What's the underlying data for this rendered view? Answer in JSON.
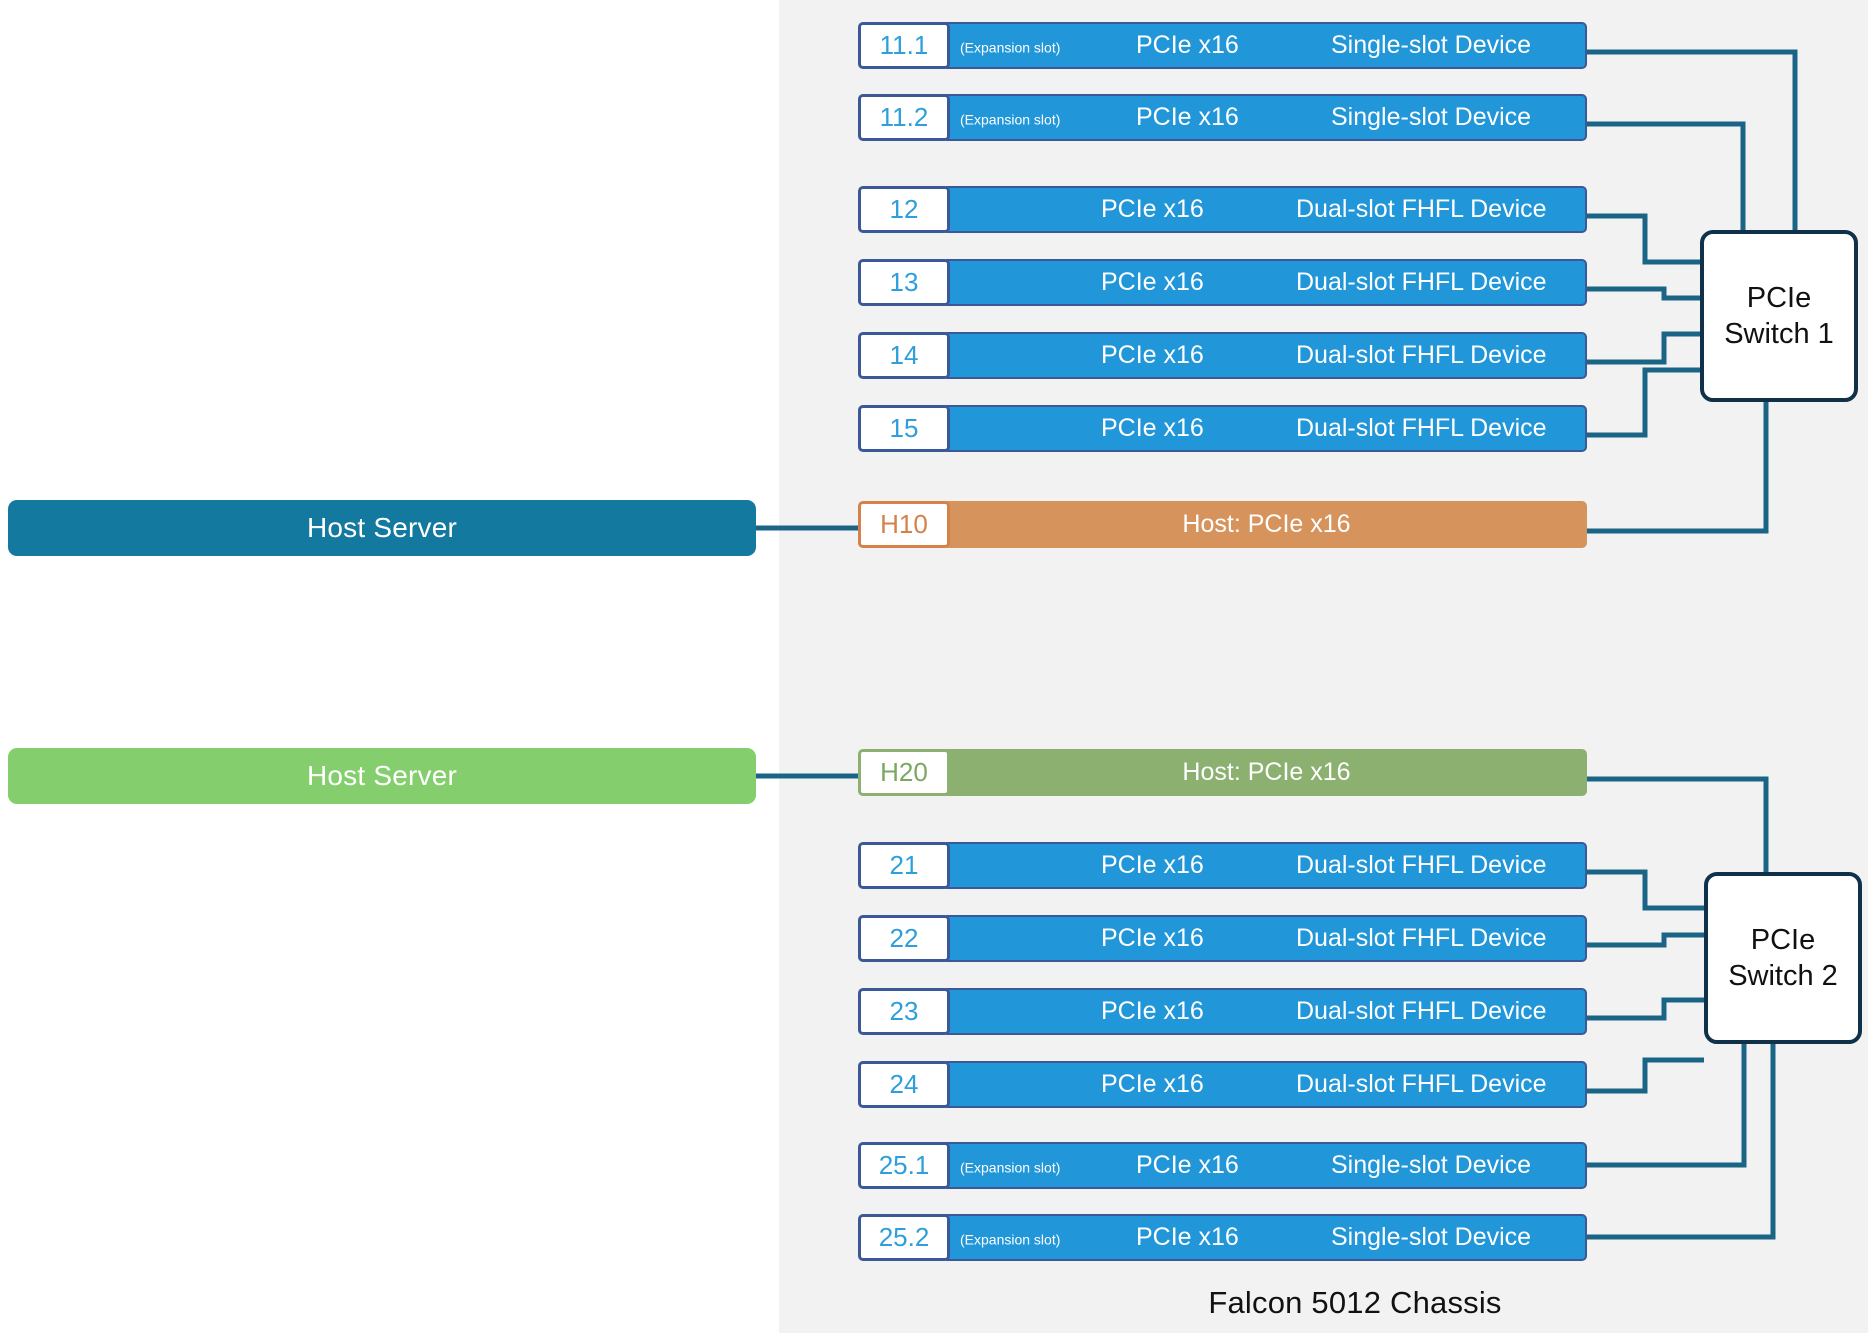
{
  "chassis": {
    "label": "Falcon 5012 Chassis",
    "background_color": "#F2F2F2"
  },
  "colors": {
    "slot_blue": "#2196D8",
    "slot_border": "#3B5998",
    "tag_text_blue": "#2C9FDC",
    "host_teal": "#13799F",
    "host_green": "#84CE6E",
    "host_row_orange": "#D7935C",
    "host_row_orange_border": "#D4814A",
    "host_row_green": "#8BB06F",
    "switch_border": "#10314A",
    "wire": "#1A6486"
  },
  "hosts": [
    {
      "name": "host-server-top",
      "label": "Host Server",
      "color": "#13799F"
    },
    {
      "name": "host-server-bottom",
      "label": "Host Server",
      "color": "#84CE6E"
    }
  ],
  "switches": [
    {
      "name": "pcie-switch-1",
      "line1": "PCIe",
      "line2": "Switch 1"
    },
    {
      "name": "pcie-switch-2",
      "line1": "PCIe",
      "line2": "Switch 2"
    }
  ],
  "upper_rows": [
    {
      "tag": "11.1",
      "note": "(Expansion slot)",
      "link": "PCIe x16",
      "device": "Single-slot Device",
      "type": "expansion"
    },
    {
      "tag": "11.2",
      "note": "(Expansion slot)",
      "link": "PCIe x16",
      "device": "Single-slot Device",
      "type": "expansion"
    },
    {
      "tag": "12",
      "note": "",
      "link": "PCIe x16",
      "device": "Dual-slot FHFL Device",
      "type": "normal"
    },
    {
      "tag": "13",
      "note": "",
      "link": "PCIe x16",
      "device": "Dual-slot FHFL Device",
      "type": "normal"
    },
    {
      "tag": "14",
      "note": "",
      "link": "PCIe x16",
      "device": "Dual-slot FHFL Device",
      "type": "normal"
    },
    {
      "tag": "15",
      "note": "",
      "link": "PCIe x16",
      "device": "Dual-slot FHFL Device",
      "type": "normal"
    }
  ],
  "upper_host_row": {
    "tag": "H10",
    "label": "Host: PCIe x16"
  },
  "lower_host_row": {
    "tag": "H20",
    "label": "Host: PCIe x16"
  },
  "lower_rows": [
    {
      "tag": "21",
      "note": "",
      "link": "PCIe x16",
      "device": "Dual-slot FHFL Device",
      "type": "normal"
    },
    {
      "tag": "22",
      "note": "",
      "link": "PCIe x16",
      "device": "Dual-slot FHFL Device",
      "type": "normal"
    },
    {
      "tag": "23",
      "note": "",
      "link": "PCIe x16",
      "device": "Dual-slot FHFL Device",
      "type": "normal"
    },
    {
      "tag": "24",
      "note": "",
      "link": "PCIe x16",
      "device": "Dual-slot FHFL Device",
      "type": "normal"
    },
    {
      "tag": "25.1",
      "note": "(Expansion slot)",
      "link": "PCIe x16",
      "device": "Single-slot Device",
      "type": "expansion"
    },
    {
      "tag": "25.2",
      "note": "(Expansion slot)",
      "link": "PCIe x16",
      "device": "Single-slot Device",
      "type": "expansion"
    }
  ]
}
